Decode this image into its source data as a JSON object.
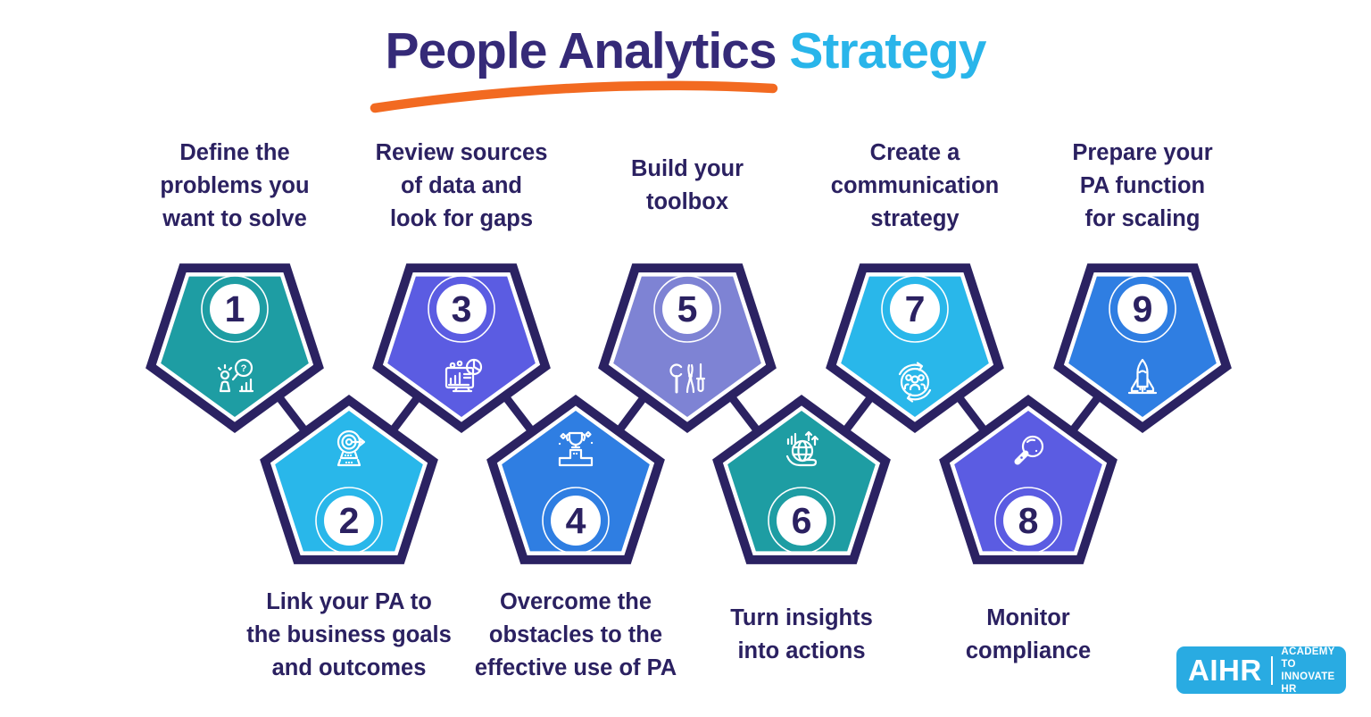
{
  "title": {
    "main": "People Analytics",
    "accent": "Strategy"
  },
  "colors": {
    "navy_border": "#2B2262",
    "text_navy": "#2B2161",
    "title_navy": "#352A78",
    "accent_cyan": "#29B5EA",
    "underline_orange": "#F26A21",
    "logo_bg": "#29ABE2",
    "background": "#FFFFFF"
  },
  "steps": [
    {
      "number": "1",
      "label": "Define the\nproblems you\nwant to solve",
      "color": "#1E9DA3",
      "icon": "problem-analysis-icon"
    },
    {
      "number": "2",
      "label": "Link your PA to\nthe business goals\nand outcomes",
      "color": "#29B7EA",
      "icon": "target-arrow-icon"
    },
    {
      "number": "3",
      "label": "Review sources\nof data and\nlook for gaps",
      "color": "#5B5CE2",
      "icon": "data-dashboard-icon"
    },
    {
      "number": "4",
      "label": "Overcome the\nobstacles to the\neffective use of PA",
      "color": "#2F7EE2",
      "icon": "trophy-podium-icon"
    },
    {
      "number": "5",
      "label": "Build your\ntoolbox",
      "color": "#7E83D4",
      "icon": "toolbox-icon"
    },
    {
      "number": "6",
      "label": "Turn insights\ninto actions",
      "color": "#1E9DA3",
      "icon": "insights-globe-icon"
    },
    {
      "number": "7",
      "label": "Create a\ncommunication\nstrategy",
      "color": "#29B7EA",
      "icon": "communication-people-icon"
    },
    {
      "number": "8",
      "label": "Monitor\ncompliance",
      "color": "#5B5CE2",
      "icon": "compliance-magnifier-icon"
    },
    {
      "number": "9",
      "label": "Prepare your\nPA function\nfor scaling",
      "color": "#2F7EE2",
      "icon": "rocket-icon"
    }
  ],
  "logo": {
    "brand": "AIHR",
    "tagline": "ACADEMY TO\nINNOVATE HR"
  }
}
